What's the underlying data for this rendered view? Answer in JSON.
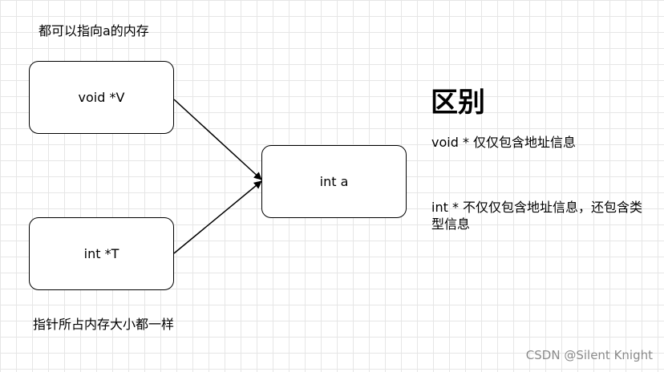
{
  "diagram": {
    "nodes": {
      "void_ptr": "void *V",
      "int_ptr": "int *T",
      "int_a": "int a"
    },
    "notes": {
      "top": "都可以指向a的内存",
      "bottom": "指针所占内存大小都一样"
    },
    "edges": [
      {
        "from": "void *V",
        "to": "int a"
      },
      {
        "from": "int *T",
        "to": "int a"
      }
    ]
  },
  "panel": {
    "heading": "区别",
    "void_desc": "void * 仅仅包含地址信息",
    "int_desc": "int *  不仅仅包含地址信息，还包含类型信息"
  },
  "watermark": "CSDN @Silent Knight",
  "colors": {
    "grid": "#e6e6e6",
    "stroke": "#000000",
    "watermark": "#8a8a8a"
  }
}
